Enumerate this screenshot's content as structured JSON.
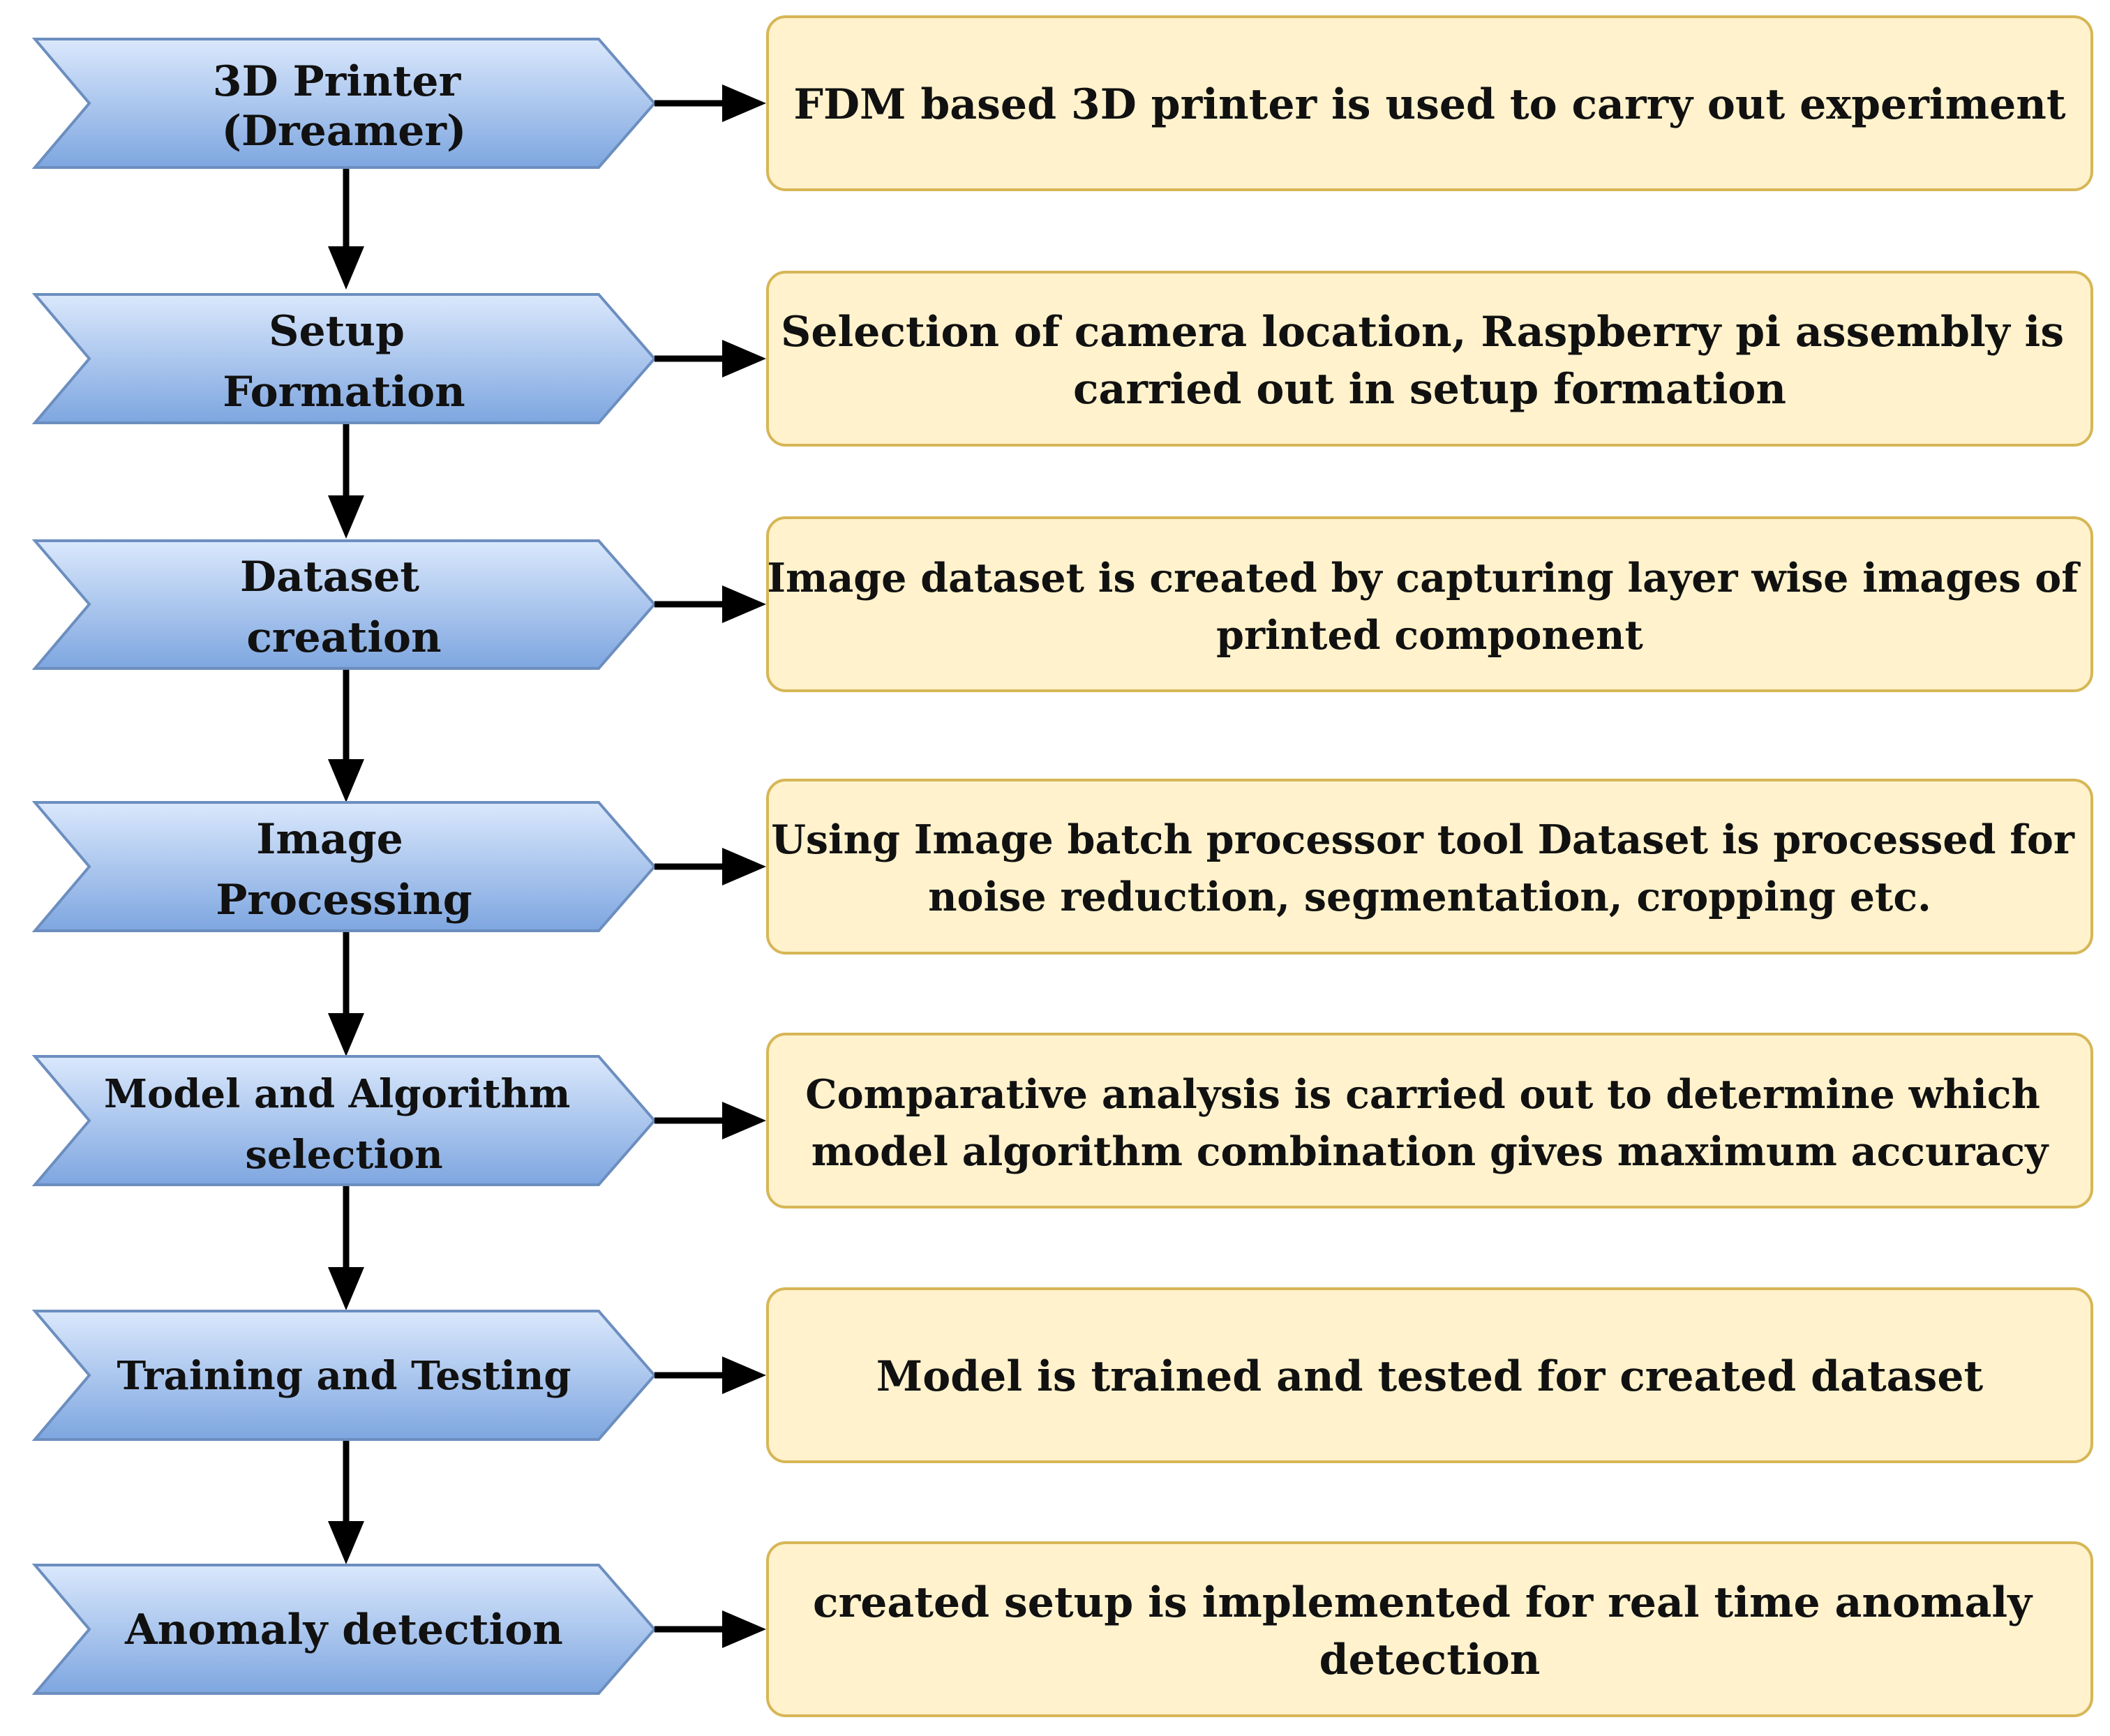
{
  "colors": {
    "chevron_fill_top": "#dae8fc",
    "chevron_fill_bottom": "#7ea6e0",
    "chevron_stroke": "#6c8ebf",
    "box_fill": "#fff2cc",
    "box_stroke": "#d6b656",
    "arrow": "#000000",
    "text": "#111111"
  },
  "steps": [
    {
      "label_lines": [
        "3D Printer",
        "(Dreamer)"
      ],
      "description_lines": [
        "FDM based 3D printer is used to carry out experiment"
      ]
    },
    {
      "label_lines": [
        "Setup",
        "Formation"
      ],
      "description_lines": [
        "Selection of camera location, Raspberry pi assembly is",
        "carried out in setup formation"
      ]
    },
    {
      "label_lines": [
        "Dataset",
        "creation"
      ],
      "description_lines": [
        "Image dataset is created by capturing layer wise images of",
        "printed component"
      ]
    },
    {
      "label_lines": [
        "Image",
        "Processing"
      ],
      "description_lines": [
        "Using Image batch processor tool Dataset is processed for",
        "noise reduction, segmentation, cropping etc."
      ]
    },
    {
      "label_lines": [
        "Model and Algorithm",
        "selection"
      ],
      "description_lines": [
        "Comparative analysis is carried out to determine which",
        "model algorithm combination gives maximum accuracy"
      ]
    },
    {
      "label_lines": [
        "Training and Testing"
      ],
      "description_lines": [
        "Model is trained and tested for created dataset"
      ]
    },
    {
      "label_lines": [
        "Anomaly detection"
      ],
      "description_lines": [
        "created setup is implemented for real time anomaly",
        "detection"
      ]
    }
  ]
}
